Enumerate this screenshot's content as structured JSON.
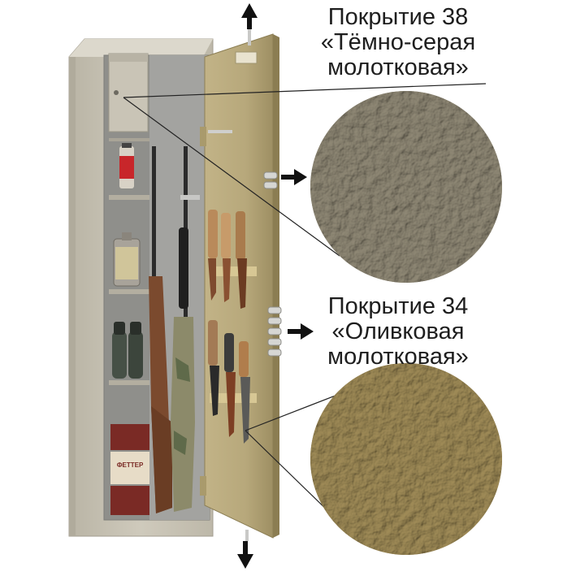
{
  "coatings": [
    {
      "title": "Покрытие 38",
      "line2": "«Тёмно-серая",
      "line3": "молотковая»",
      "color": "#8f8875"
    },
    {
      "title": "Покрытие 34",
      "line2": "«Оливковая",
      "line3": "молотковая»",
      "color": "#9f8b57"
    }
  ],
  "box_label": "ФЕТТЕР",
  "colors": {
    "cabinet_body": "#c7c2b3",
    "door": "#b4a67a",
    "interior": "#9a9a96"
  },
  "icons": [
    "arrow-up-icon",
    "arrow-down-icon",
    "arrow-right-icon",
    "arrow-right-icon"
  ]
}
